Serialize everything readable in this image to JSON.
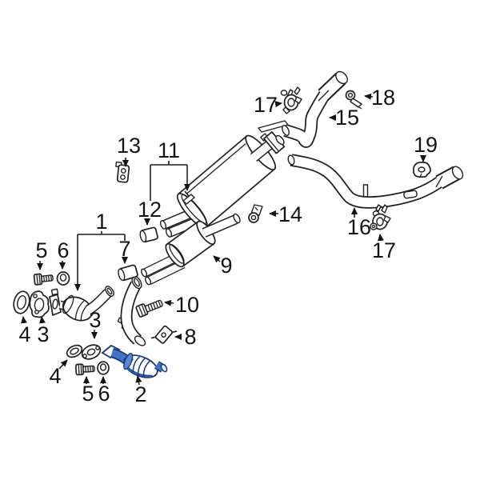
{
  "diagram": {
    "type": "exploded-parts-diagram",
    "subject": "exhaust-system",
    "background": "#ffffff",
    "line_color": "#1f1f1f",
    "highlight": {
      "fill": "#4472c4",
      "light": "#5b84d1",
      "shade": "#2d56a5",
      "outline": "#1a3a75"
    },
    "callouts": [
      {
        "label": "1",
        "part": "front-exhaust-pipe-assembly",
        "highlighted": false
      },
      {
        "label": "2",
        "part": "catalytic-converter",
        "highlighted": true
      },
      {
        "label": "3",
        "part": "exhaust-flange-left",
        "highlighted": false
      },
      {
        "label": "3",
        "part": "exhaust-flange-bottom",
        "highlighted": false
      },
      {
        "label": "4",
        "part": "exhaust-gasket-left",
        "highlighted": false
      },
      {
        "label": "4",
        "part": "exhaust-gasket-bottom",
        "highlighted": false
      },
      {
        "label": "5",
        "part": "flange-bolt-left",
        "highlighted": false
      },
      {
        "label": "5",
        "part": "flange-bolt-bottom",
        "highlighted": false
      },
      {
        "label": "6",
        "part": "flange-nut-left",
        "highlighted": false
      },
      {
        "label": "6",
        "part": "flange-nut-bottom",
        "highlighted": false
      },
      {
        "label": "7",
        "part": "exhaust-insulator",
        "highlighted": false
      },
      {
        "label": "8",
        "part": "exhaust-bracket",
        "highlighted": false
      },
      {
        "label": "9",
        "part": "resonator",
        "highlighted": false
      },
      {
        "label": "10",
        "part": "mounting-bolt",
        "highlighted": false
      },
      {
        "label": "11",
        "part": "muffler-hanger-group",
        "highlighted": false
      },
      {
        "label": "12",
        "part": "insulator-front",
        "highlighted": false
      },
      {
        "label": "13",
        "part": "clamp-bracket",
        "highlighted": false
      },
      {
        "label": "14",
        "part": "hanger-bracket",
        "highlighted": false
      },
      {
        "label": "15",
        "part": "tailpipe",
        "highlighted": false
      },
      {
        "label": "16",
        "part": "extension-pipe",
        "highlighted": false
      },
      {
        "label": "17",
        "part": "clamp-upper",
        "highlighted": false
      },
      {
        "label": "17",
        "part": "clamp-lower",
        "highlighted": false
      },
      {
        "label": "18",
        "part": "hanger-hook",
        "highlighted": false
      },
      {
        "label": "19",
        "part": "insulator-rear",
        "highlighted": false
      }
    ]
  }
}
